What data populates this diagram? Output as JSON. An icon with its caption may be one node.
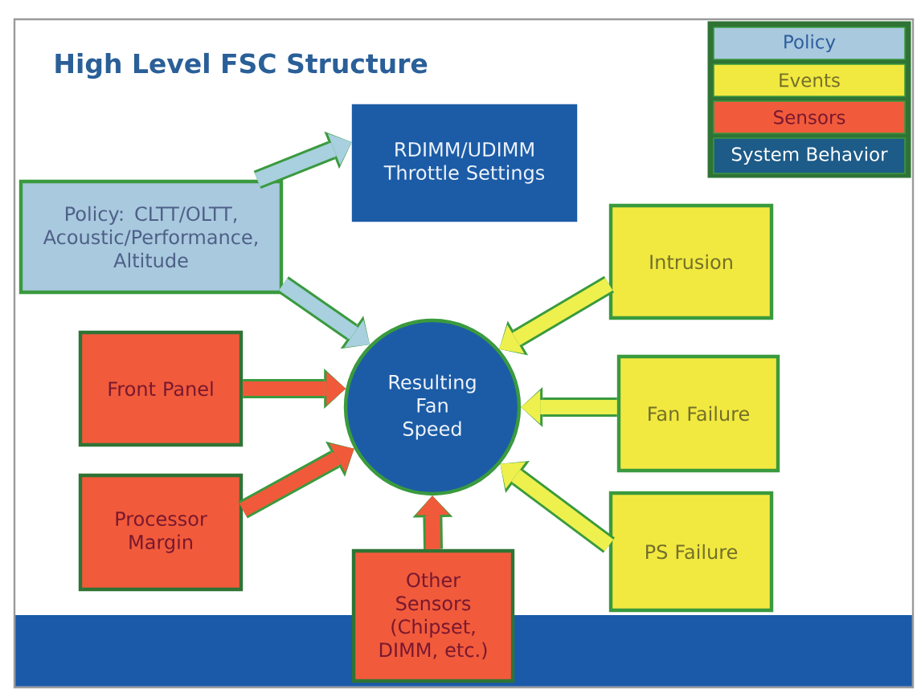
{
  "diagram": {
    "title": "High Level FSC Structure",
    "nodes": [
      {
        "text": [
          "RDIMM/UDIMM Throttle Settings"
        ]
      },
      {
        "text": [
          "Policy: CLTT/OLTT, Acoustic/Performance, Altitude"
        ]
      },
      {
        "text": [
          "Intrusion"
        ]
      },
      {
        "text": [
          "Front Panel"
        ]
      },
      {
        "text": [
          "Resulting Fan Speed"
        ]
      },
      {
        "text": [
          "Fan Failure"
        ]
      },
      {
        "text": [
          "Processor Margin"
        ]
      },
      {
        "text": [
          "PS Failure"
        ]
      },
      {
        "text": [
          "Other Sensors (Chipset, DIMM, etc.)"
        ]
      }
    ],
    "edges": [
      {
        "from": 1,
        "to": 0,
        "arrow": "to",
        "color": "#a8d0de"
      },
      {
        "from": 1,
        "to": 4,
        "arrow": "to",
        "color": "#a8d0de"
      },
      {
        "from": 3,
        "to": 4,
        "arrow": "to",
        "color": "#f05a3a"
      },
      {
        "from": 6,
        "to": 4,
        "arrow": "to",
        "color": "#f05a3a"
      },
      {
        "from": 8,
        "to": 4,
        "arrow": "to",
        "color": "#f05a3a"
      },
      {
        "from": 2,
        "to": 4,
        "arrow": "to",
        "color": "#eef04e"
      },
      {
        "from": 5,
        "to": 4,
        "arrow": "to",
        "color": "#eef04e"
      },
      {
        "from": 7,
        "to": 4,
        "arrow": "to",
        "color": "#eef04e"
      }
    ],
    "legend": [
      {
        "text": "Policy",
        "color": "#a9c9de"
      },
      {
        "text": "Events",
        "color": "#f2e940"
      },
      {
        "text": "Sensors",
        "color": "#f15b3b"
      },
      {
        "text": "System Behavior",
        "color": "#1d5b88"
      }
    ]
  }
}
